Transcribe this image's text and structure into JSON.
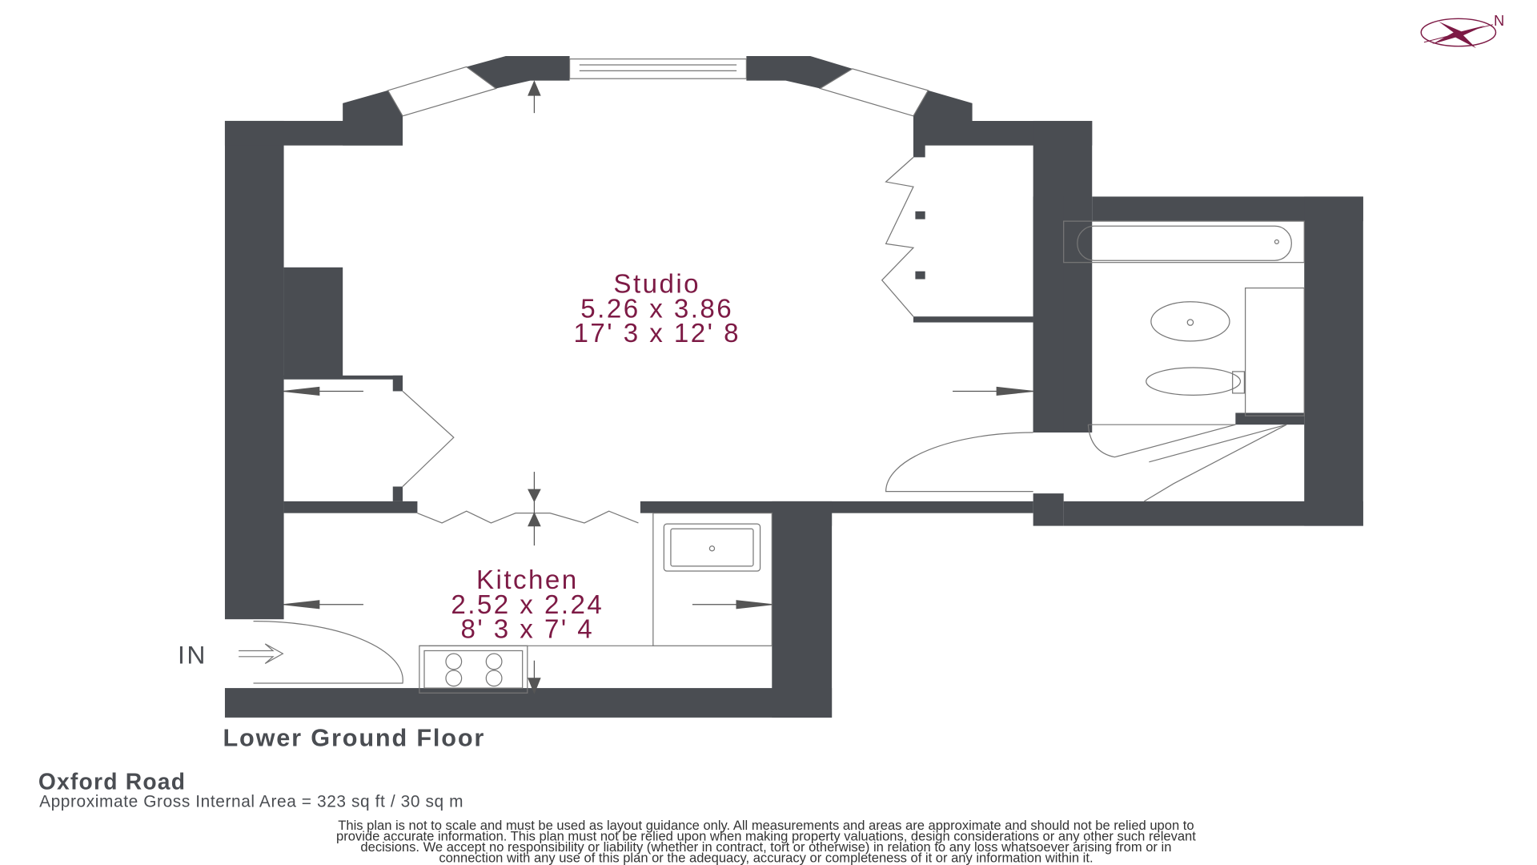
{
  "compass": {
    "label": "N",
    "color": "#7d1a45"
  },
  "rooms": [
    {
      "name": "Studio",
      "metric": "5.26 x 3.86",
      "imperial": "17' 3 x 12' 8"
    },
    {
      "name": "Kitchen",
      "metric": "2.52 x 2.24",
      "imperial": "8' 3 x 7' 4"
    }
  ],
  "entrance_label": "IN",
  "floor_label": "Lower Ground Floor",
  "property": {
    "name": "Oxford Road",
    "area": "Approximate Gross Internal Area = 323 sq ft / 30 sq m"
  },
  "disclaimer": [
    "This plan is not to scale and must be used as layout guidance only. All measurements and areas are approximate and should not be relied upon to",
    "provide accurate information. This plan must not be relied upon when making property valuations, design considerations or any other such relevant",
    "decisions. We accept no responsibility or liability (whether in contract, tort or otherwise) in relation to any loss whatsoever arising from or in",
    "connection with any use of this plan or the adequacy, accuracy or completeness of it or any information within it."
  ],
  "colors": {
    "wall": "#4a4d52",
    "accent": "#7d1a45"
  }
}
